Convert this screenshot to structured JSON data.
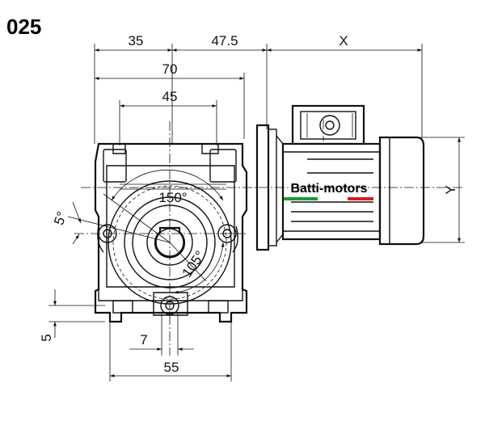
{
  "title": "025",
  "brand": {
    "name": "Batti-motors",
    "accent_green": "#1a9a3a",
    "accent_red": "#d42020"
  },
  "dimensions": {
    "d35": "35",
    "d47_5": "47.5",
    "dX": "X",
    "d70": "70",
    "d45": "45",
    "dY": "Y",
    "a150": "150°",
    "a5": "5°",
    "a105": "105°",
    "d7": "7",
    "d5": "5",
    "d55": "55"
  }
}
